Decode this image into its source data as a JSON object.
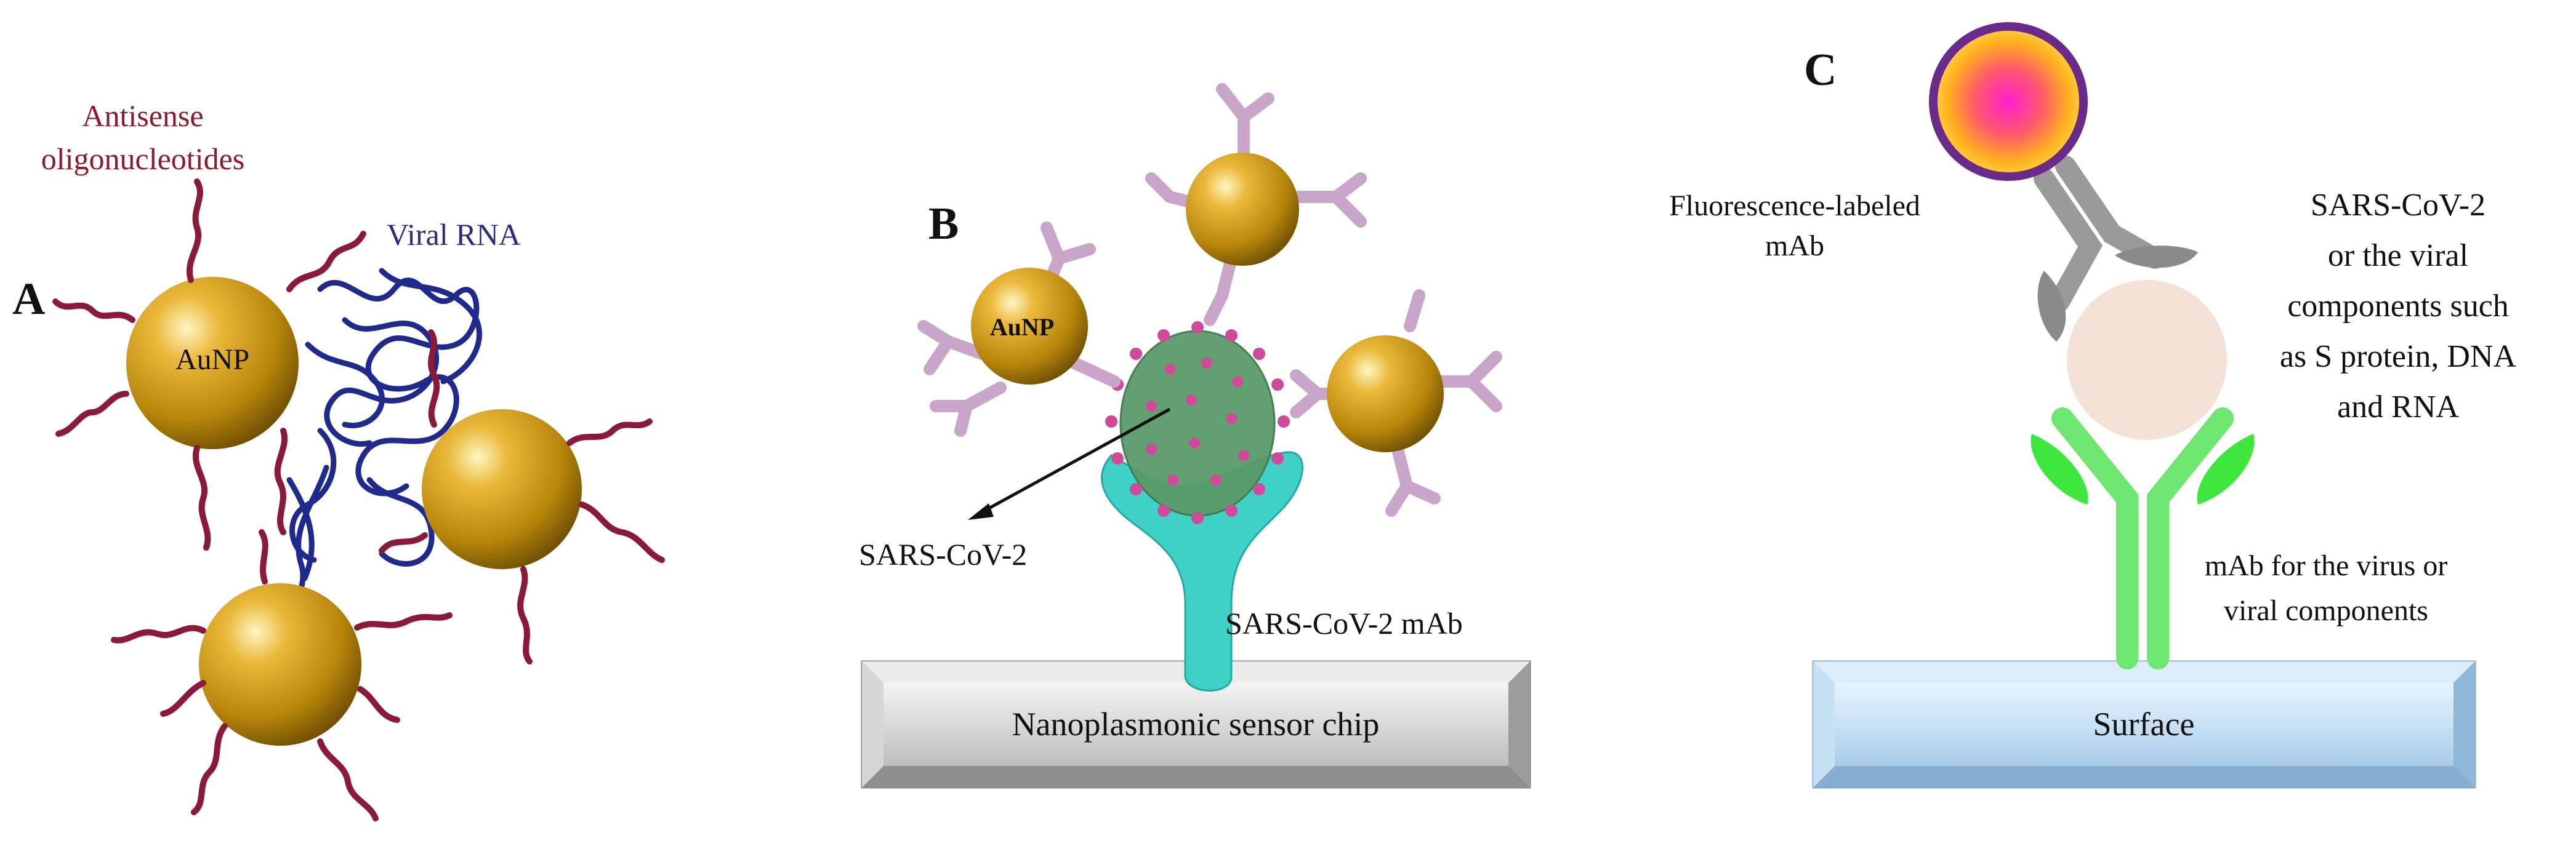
{
  "panels": {
    "a": {
      "letter": "A",
      "label_antisense_line1": "Antisense",
      "label_antisense_line2": "oligonucleotides",
      "label_viral_rna": "Viral RNA",
      "label_aunp": "AuNP"
    },
    "b": {
      "letter": "B",
      "label_aunp": "AuNP",
      "label_sars": "SARS-CoV-2",
      "label_mab": "SARS-CoV-2 mAb",
      "chip_label": "Nanoplasmonic sensor chip"
    },
    "c": {
      "letter": "C",
      "label_fluor_line1": "Fluorescence-labeled",
      "label_fluor_line2": "mAb",
      "label_target_line1": "SARS-CoV-2",
      "label_target_line2": "or the viral",
      "label_target_line3": "components such",
      "label_target_line4": "as S protein, DNA",
      "label_target_line5": "and RNA",
      "label_mab_line1": "mAb for the virus or",
      "label_mab_line2": "viral components",
      "surface_label": "Surface"
    }
  },
  "colors": {
    "gold": "#c9961a",
    "oligo": "#8b1a3a",
    "rna": "#1f2a8c",
    "antibody_b": "#c9a6c9",
    "virus": "#5a9a6a",
    "virus_spike": "#d04a9a",
    "mab_teal": "#3fd0c8",
    "chip": "#c8c8c8",
    "antibody_c_gray": "#9a9a9a",
    "antibody_c_green": "#6fe66f",
    "surface": "#bcdcf2",
    "label_red": "#8b1a2a",
    "label_blue": "#2c2c7c"
  }
}
